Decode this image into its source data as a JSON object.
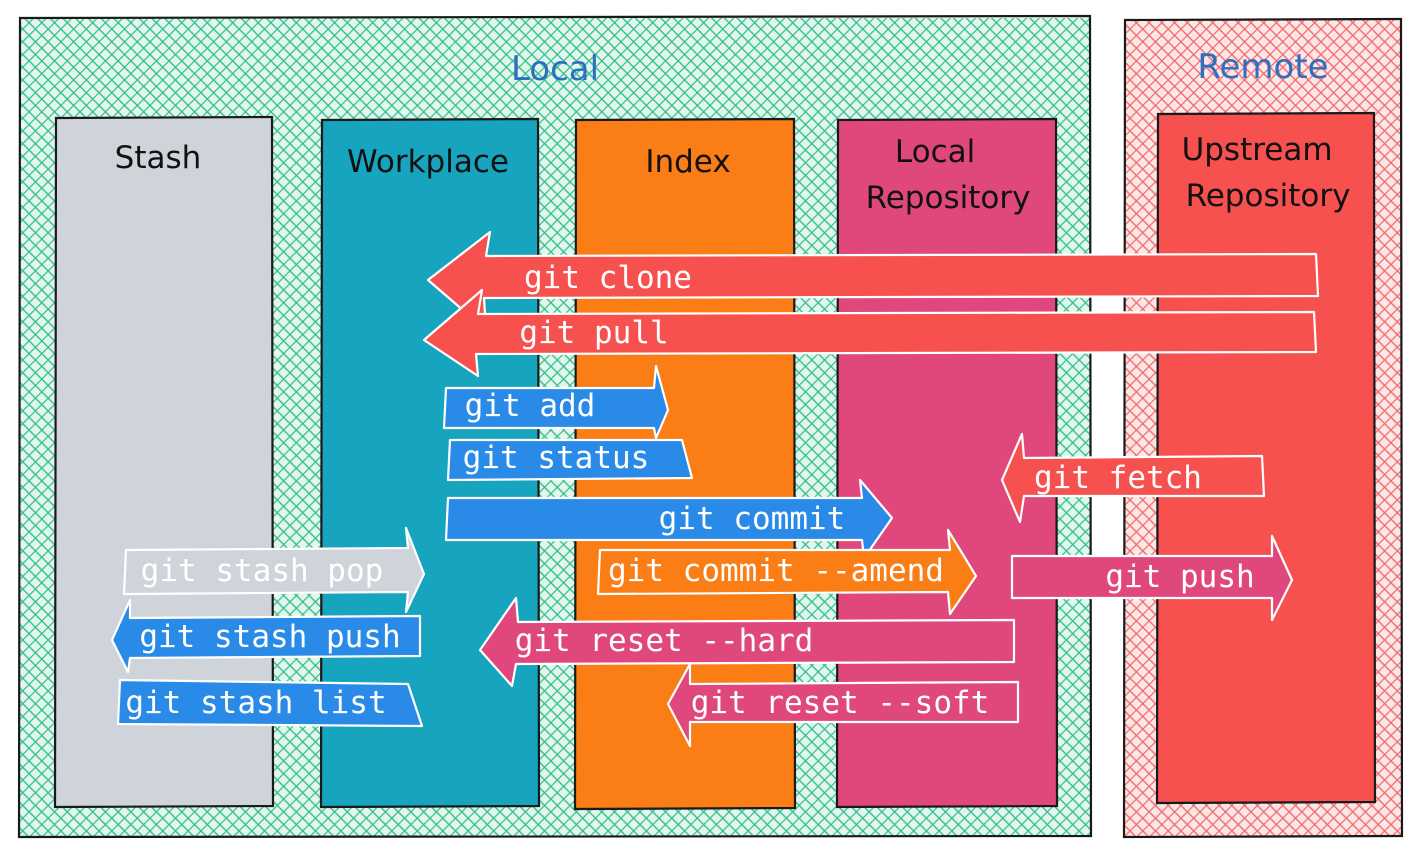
{
  "regions": {
    "local": {
      "title": "Local",
      "fill": "#2fbf8a",
      "hatch_bg": "#dff5ec"
    },
    "remote": {
      "title": "Remote",
      "fill": "#f06a6a",
      "hatch_bg": "#fde3e3"
    }
  },
  "columns": [
    {
      "id": "stash",
      "lines": [
        "Stash"
      ],
      "color": "#cfd3da"
    },
    {
      "id": "workplace",
      "lines": [
        "Workplace"
      ],
      "color": "#16a4be"
    },
    {
      "id": "index",
      "lines": [
        "Index"
      ],
      "color": "#fa7d16"
    },
    {
      "id": "local-repo",
      "lines": [
        "Local",
        "Repository"
      ],
      "color": "#e0487d"
    },
    {
      "id": "upstream",
      "lines": [
        "Upstream",
        "Repository"
      ],
      "color": "#f6504f"
    }
  ],
  "commands": [
    {
      "id": "git-clone",
      "label": "git clone",
      "from": "upstream",
      "to": "workplace",
      "color": "#f6504f"
    },
    {
      "id": "git-pull",
      "label": "git pull",
      "from": "upstream",
      "to": "workplace",
      "color": "#f6504f"
    },
    {
      "id": "git-add",
      "label": "git add",
      "from": "workplace",
      "to": "index",
      "color": "#2a8ae8"
    },
    {
      "id": "git-status",
      "label": "git status",
      "from": "workplace",
      "to": "index",
      "color": "#2a8ae8"
    },
    {
      "id": "git-commit",
      "label": "git commit",
      "from": "workplace",
      "to": "local-repo",
      "color": "#2a8ae8"
    },
    {
      "id": "git-commit-amend",
      "label": "git commit --amend",
      "from": "index",
      "to": "local-repo",
      "color": "#fa7d16"
    },
    {
      "id": "git-fetch",
      "label": "git fetch",
      "from": "upstream",
      "to": "local-repo",
      "color": "#f6504f"
    },
    {
      "id": "git-push",
      "label": "git push",
      "from": "local-repo",
      "to": "upstream",
      "color": "#e0487d"
    },
    {
      "id": "git-stash-pop",
      "label": "git stash pop",
      "from": "stash",
      "to": "workplace",
      "color": "#cfd3da"
    },
    {
      "id": "git-stash-push",
      "label": "git stash push",
      "from": "workplace",
      "to": "stash",
      "color": "#2a8ae8"
    },
    {
      "id": "git-stash-list",
      "label": "git stash list",
      "from": "stash",
      "to": "workplace",
      "color": "#2a8ae8"
    },
    {
      "id": "git-reset-hard",
      "label": "git reset --hard",
      "from": "local-repo",
      "to": "workplace",
      "color": "#e0487d"
    },
    {
      "id": "git-reset-soft",
      "label": "git reset --soft",
      "from": "local-repo",
      "to": "index",
      "color": "#e0487d"
    }
  ]
}
